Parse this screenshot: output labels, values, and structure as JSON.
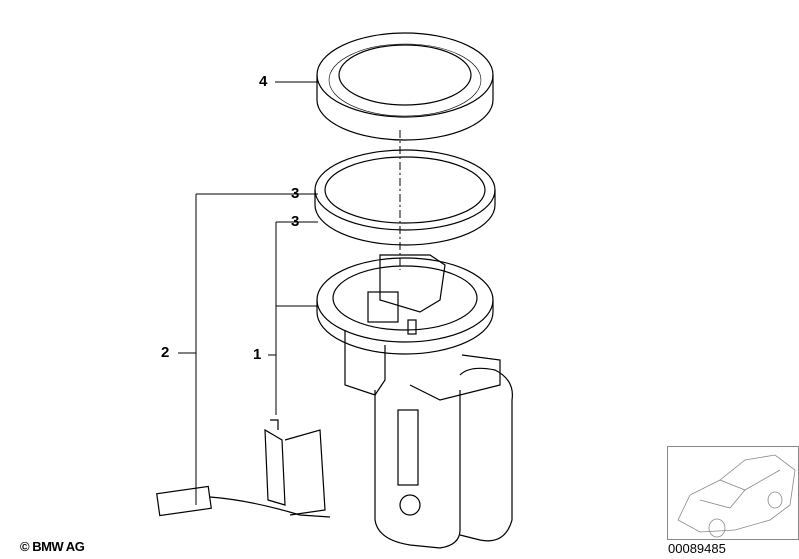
{
  "diagram": {
    "callouts": [
      {
        "id": "4",
        "label": "4"
      },
      {
        "id": "3a",
        "label": "3"
      },
      {
        "id": "3b",
        "label": "3"
      },
      {
        "id": "2",
        "label": "2"
      },
      {
        "id": "1",
        "label": "1"
      }
    ],
    "copyright": "© BMW AG",
    "reference_number": "00089485"
  }
}
